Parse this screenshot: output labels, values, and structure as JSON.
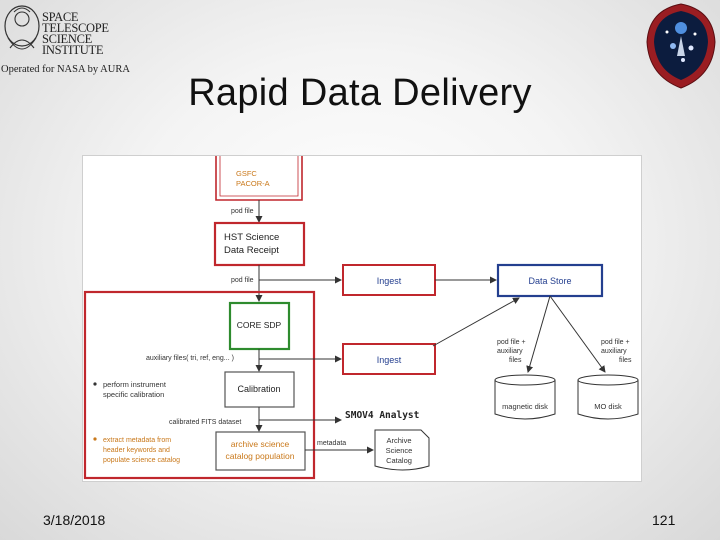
{
  "slide": {
    "title": "Rapid Data Delivery",
    "date": "3/18/2018",
    "page_number": "121"
  },
  "logo": {
    "lines": [
      "SPACE",
      "TELESCOPE",
      "SCIENCE",
      "INSTITUTE"
    ],
    "operated_by": "Operated for NASA by AURA"
  },
  "diagram": {
    "nodes": {
      "gsfc_line1": "GSFC",
      "gsfc_line2": "PACOR-A",
      "receipt_line1": "HST Science",
      "receipt_line2": "Data Receipt",
      "ingest_top": "Ingest",
      "data_store": "Data Store",
      "core_sdp": "CORE SDP",
      "ingest_bottom": "Ingest",
      "calibration": "Calibration",
      "archive_line1": "archive science",
      "archive_line2": "catalog population",
      "catalog_line1": "Archive",
      "catalog_line2": "Science",
      "catalog_line3": "Catalog",
      "magnetic_disk": "magnetic disk",
      "mo_disk": "MO disk"
    },
    "labels": {
      "pod_file_1": "pod file",
      "pod_file_2": "pod file",
      "aux_files": "auxiliary files( tri, ref, eng... )",
      "calibrated": "calibrated FITS dataset",
      "metadata": "metadata",
      "disk_left_1": "pod file +",
      "disk_left_2": "auxiliary",
      "disk_left_3": "files",
      "disk_right_1": "pod file +",
      "disk_right_2": "auxiliary",
      "disk_right_3": "files",
      "bullet1_line1": "perform instrument",
      "bullet1_line2": "specific calibration",
      "bullet2_line1": "extract metadata from",
      "bullet2_line2": "header keywords and",
      "bullet2_line3": "populate science catalog",
      "smov4": "SMOV4 Analyst"
    },
    "colors": {
      "red": "#c0272d",
      "blue": "#243f8f",
      "green": "#2e8b2e",
      "orange_text": "#c9781a",
      "line": "#333333"
    }
  }
}
